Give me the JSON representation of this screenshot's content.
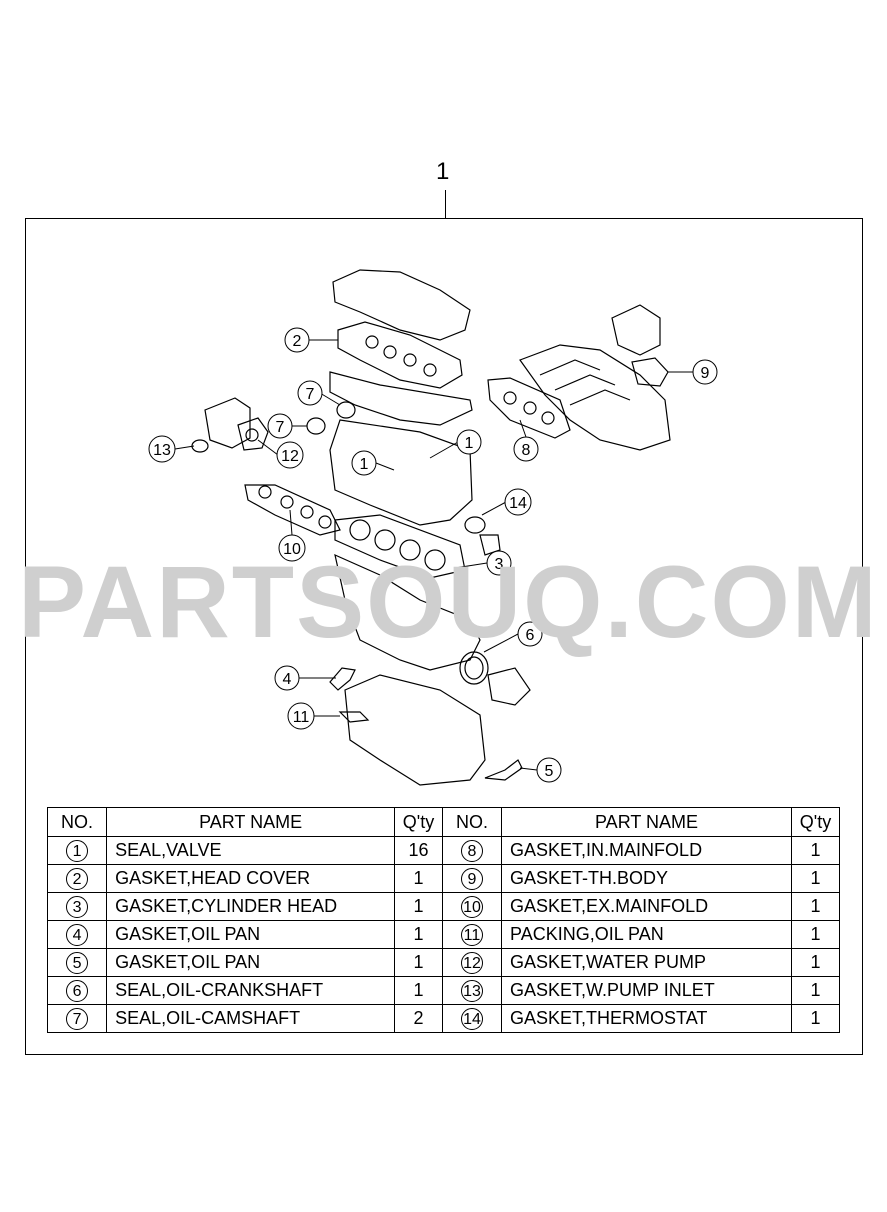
{
  "diagram": {
    "kit_label": "1",
    "callouts": [
      "2",
      "7",
      "7",
      "13",
      "12",
      "1",
      "1",
      "8",
      "9",
      "14",
      "10",
      "3",
      "6",
      "4",
      "11",
      "5"
    ]
  },
  "watermark": "PARTSOUQ.COM",
  "table": {
    "headers": {
      "no": "NO.",
      "name": "PART NAME",
      "qty": "Q'ty"
    },
    "left": [
      {
        "no": "1",
        "name": "SEAL,VALVE",
        "qty": "16"
      },
      {
        "no": "2",
        "name": "GASKET,HEAD COVER",
        "qty": "1"
      },
      {
        "no": "3",
        "name": " GASKET,CYLINDER HEAD",
        "qty": "1"
      },
      {
        "no": "4",
        "name": "GASKET,OIL PAN",
        "qty": "1"
      },
      {
        "no": "5",
        "name": "GASKET,OIL PAN",
        "qty": "1"
      },
      {
        "no": "6",
        "name": "SEAL,OIL-CRANKSHAFT",
        "qty": "1"
      },
      {
        "no": "7",
        "name": "SEAL,OIL-CAMSHAFT",
        "qty": "2"
      }
    ],
    "right": [
      {
        "no": "8",
        "name": "GASKET,IN.MAINFOLD",
        "qty": "1"
      },
      {
        "no": "9",
        "name": "GASKET-TH.BODY",
        "qty": "1"
      },
      {
        "no": "10",
        "name": "GASKET,EX.MAINFOLD",
        "qty": "1"
      },
      {
        "no": "11",
        "name": "PACKING,OIL PAN",
        "qty": "1"
      },
      {
        "no": "12",
        "name": "GASKET,WATER PUMP",
        "qty": "1"
      },
      {
        "no": "13",
        "name": "GASKET,W.PUMP INLET",
        "qty": "1"
      },
      {
        "no": "14",
        "name": "GASKET,THERMOSTAT",
        "qty": "1"
      }
    ]
  }
}
